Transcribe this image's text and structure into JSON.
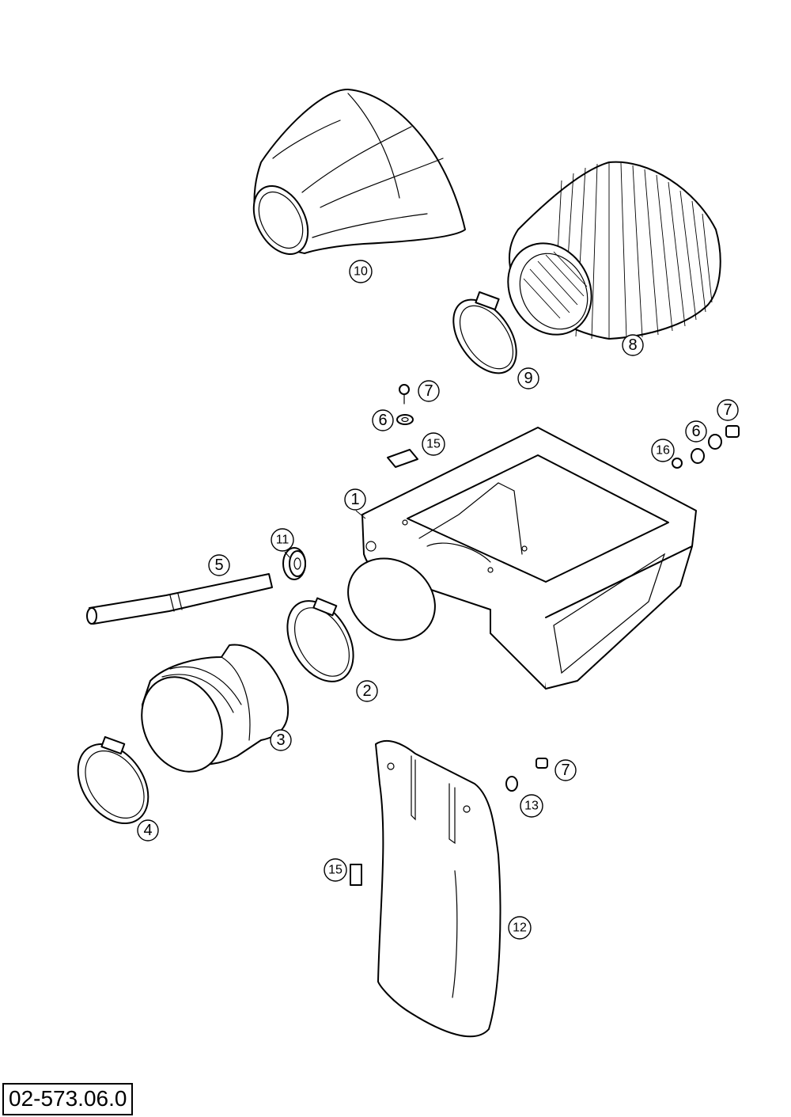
{
  "figure_code": "02-573.06.0",
  "callouts": [
    {
      "label": "1"
    },
    {
      "label": "2"
    },
    {
      "label": "3"
    },
    {
      "label": "4"
    },
    {
      "label": "5"
    },
    {
      "label": "6"
    },
    {
      "label": "6"
    },
    {
      "label": "7"
    },
    {
      "label": "7"
    },
    {
      "label": "7"
    },
    {
      "label": "8"
    },
    {
      "label": "9"
    },
    {
      "label": "10"
    },
    {
      "label": "11"
    },
    {
      "label": "12"
    },
    {
      "label": "13"
    },
    {
      "label": "15"
    },
    {
      "label": "15"
    },
    {
      "label": "16"
    }
  ],
  "colors": {
    "line": "#000000",
    "background": "#ffffff"
  }
}
